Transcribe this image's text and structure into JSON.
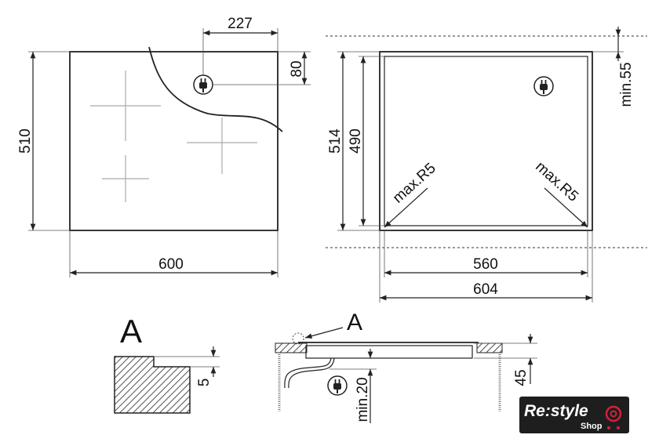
{
  "top_view": {
    "dim_plug_x": "227",
    "dim_plug_y": "80",
    "dim_height": "510",
    "dim_width": "600"
  },
  "cutout_view": {
    "dim_outer_height": "514",
    "dim_inner_height": "490",
    "dim_min_top": "min.55",
    "radius_left": "max.R5",
    "radius_right": "max.R5",
    "dim_inner_width": "560",
    "dim_outer_width": "604"
  },
  "detail": {
    "label": "A",
    "dim_step": "5"
  },
  "section_view": {
    "label": "A",
    "dim_depth": "45",
    "dim_min_clearance": "min.20"
  },
  "logo": {
    "brand": "Re:style",
    "sub": "Shop",
    "colors": {
      "bg": "#1e1e1e",
      "accent": "#d6203a"
    }
  }
}
